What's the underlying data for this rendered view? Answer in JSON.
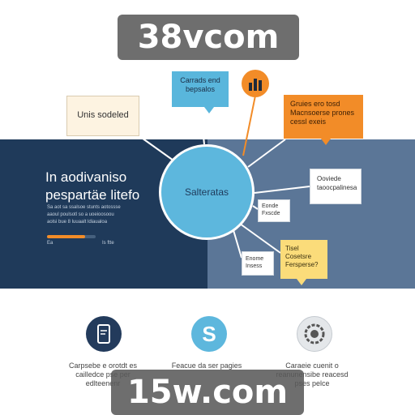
{
  "watermarks": {
    "top": "38vcom",
    "bottom": "15w.com"
  },
  "hero": {
    "headline_line1": "In aodivaniso",
    "headline_line2": "pespartäe litefo",
    "subtext_lines": [
      "Sa aot sa ssalsoe stunts aotossse",
      "aaoul poulsotl so a uoeioosoou",
      "aolsi bue 8 luuaalt ldiaualoa"
    ],
    "progress_label_left": "Ea",
    "progress_label_right": "Is ftte",
    "progress": 0.78
  },
  "hub": {
    "label": "Salteratas"
  },
  "notes": {
    "cream": "Unis sodeled",
    "blue": "Carrads end bepsalos",
    "orange": "Gruies ero tosd Macnsoerse prones cessl exeis",
    "white1": "Ooviede taoocpalinesa",
    "white2": "Eonde Fxscde",
    "white3": "Enome Insess",
    "yellow": "Tisel Cosetsre Fersperse?"
  },
  "features": [
    {
      "icon": "phone-icon",
      "text": "Carpsebe e orotdt es cailledce pse per edlteenenr"
    },
    {
      "icon": "s-badge-icon",
      "text": "Feacue da ser pagies"
    },
    {
      "icon": "gear-icon",
      "text": "Caraeie cuenit o reanunensibe reacesd pses pelce"
    }
  ],
  "colors": {
    "navy": "#1f3a5a",
    "slate": "#5b7697",
    "sky": "#5db7dd",
    "orange": "#f28c28",
    "yellow": "#fbdc7a",
    "cream": "#fdf3e1"
  }
}
